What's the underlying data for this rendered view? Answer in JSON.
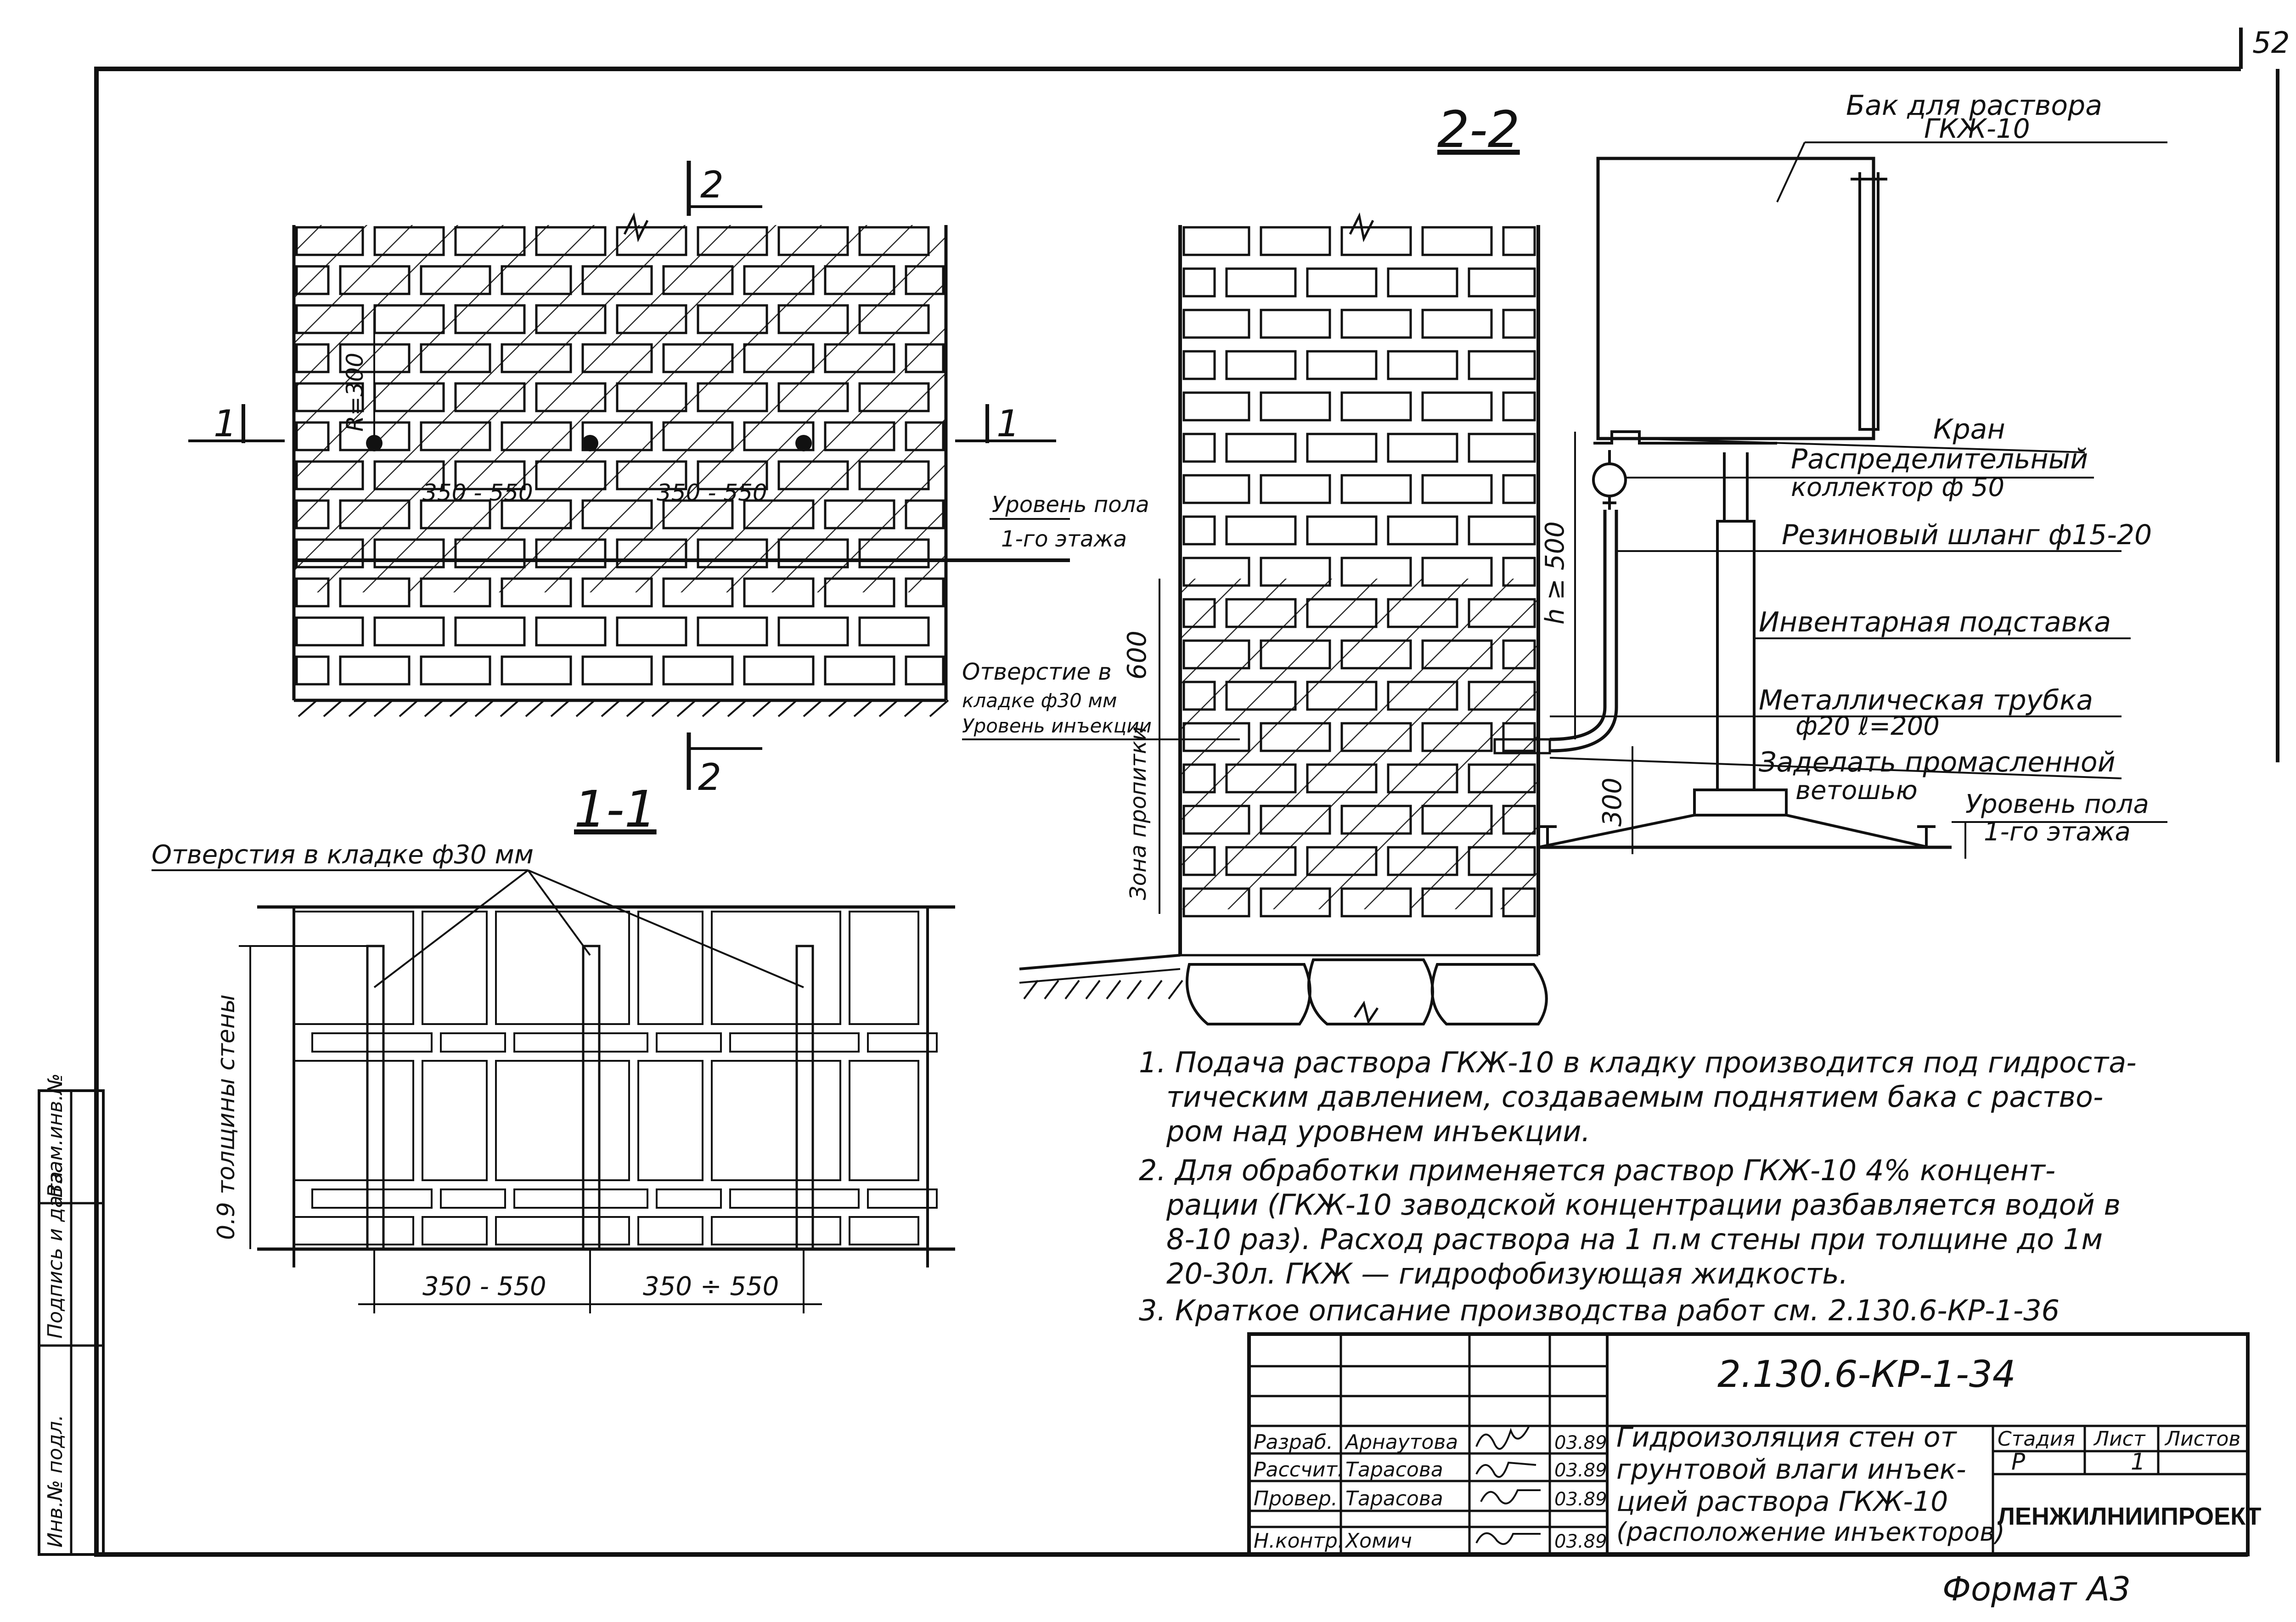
{
  "sheet": {
    "page_number": "52",
    "format": "Формат А3"
  },
  "views": {
    "elevation": {
      "cut_mark": "2",
      "section_mark": "1",
      "radius_label": "R=300",
      "spacing_label_1": "350 - 550",
      "spacing_label_2": "350 - 550",
      "floor_level": [
        "Уровень пола",
        "1-го этажа"
      ]
    },
    "section_1_1": {
      "title": "1-1",
      "holes_label": "Отверстия в кладке ф30 мм",
      "thickness_label": "0.9 толщины стены",
      "dim_1": "350 - 550",
      "dim_2": "350 ÷ 550"
    },
    "section_2_2": {
      "title": "2-2",
      "dim_600": "600",
      "dim_h": "h ≥ 500",
      "dim_300": "300",
      "impregnation_zone": "Зона пропитки",
      "hole_label": [
        "Отверстие в",
        "кладке ф30 мм",
        "Уровень инъекции"
      ],
      "callouts": [
        [
          "Бак для раствора",
          "ГКЖ-10"
        ],
        [
          "Кран"
        ],
        [
          "Распределительный",
          "коллектор ф 50"
        ],
        [
          "Резиновый шланг ф15-20"
        ],
        [
          "Инвентарная подставка"
        ],
        [
          "Металлическая трубка",
          "ф20  ℓ=200"
        ],
        [
          "Заделать промасленной",
          "ветошью"
        ],
        [
          "Уровень пола",
          "1-го этажа"
        ]
      ]
    }
  },
  "notes": [
    "1. Подача раствора ГКЖ-10 в кладку производится под гидроста-",
    "тическим давлением, создаваемым поднятием бака с раство-",
    "ром над уровнем инъекции.",
    "2. Для обработки применяется раствор ГКЖ-10 4% концент-",
    "рации (ГКЖ-10 заводской концентрации разбавляется водой в",
    "8-10 раз). Расход раствора на 1 п.м стены при толщине до 1м",
    "20-30л. ГКЖ — гидрофобизующая жидкость.",
    "3. Краткое описание производства работ см. 2.130.6-КР-1-36"
  ],
  "title_block": {
    "code": "2.130.6-КР-1-34",
    "title": [
      "Гидроизоляция стен от",
      "грунтовой влаги инъек-",
      "цией раствора ГКЖ-10",
      "(расположение инъекторов)"
    ],
    "people": [
      {
        "role": "Разраб.",
        "name": "Арнаутова",
        "date": "03.89"
      },
      {
        "role": "Рассчит.",
        "name": "Тарасова",
        "date": "03.89"
      },
      {
        "role": "Провер.",
        "name": "Тарасова",
        "date": "03.89"
      },
      {
        "role": "Н.контр.",
        "name": "Хомич",
        "date": "03.89"
      }
    ],
    "stage_header": "Стадия",
    "sheet_header": "Лист",
    "sheets_header": "Листов",
    "stage": "Р",
    "sheet": "1",
    "organization": "ЛЕНЖИЛНИИПРОЕКТ"
  },
  "side_stamp": [
    "Инв.№ подл.",
    "Подпись и дата",
    "Взам.инв.№"
  ]
}
